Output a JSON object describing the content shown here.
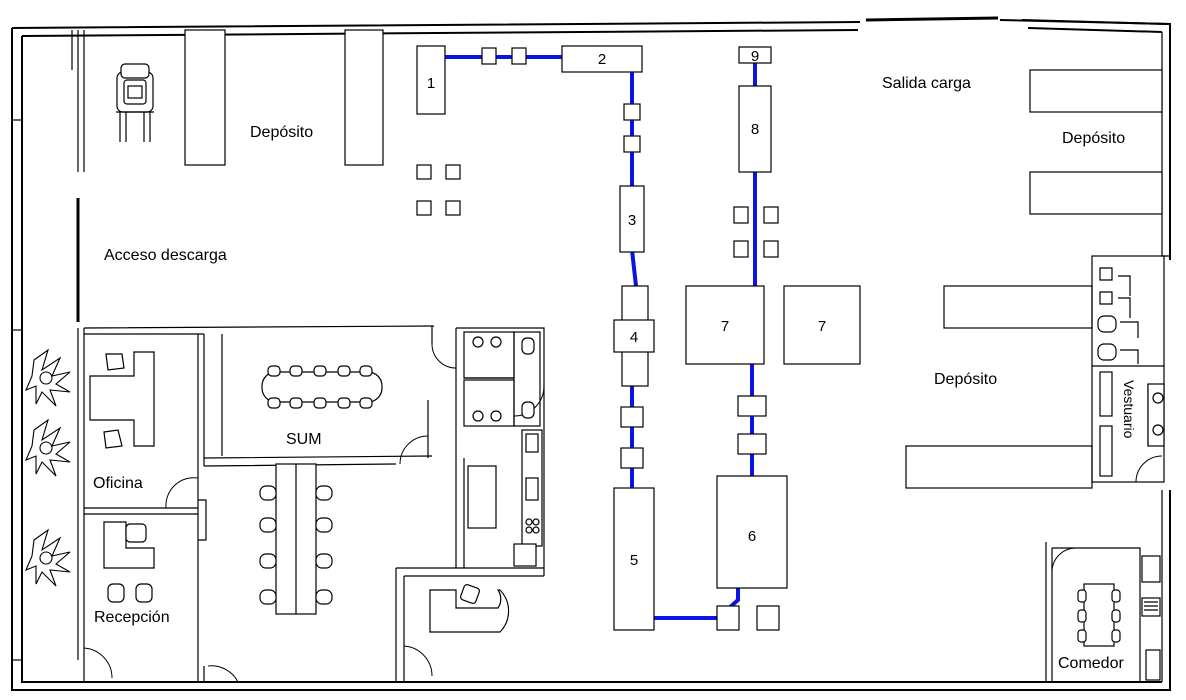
{
  "rooms": {
    "deposito_left": "Depósito",
    "deposito_right_top": "Depósito",
    "deposito_right_mid": "Depósito",
    "salida_carga": "Salida carga",
    "acceso_descarga": "Acceso descarga",
    "sum": "SUM",
    "oficina": "Oficina",
    "recepcion": "Recepción",
    "vestuario": "Vestuario",
    "comedor": "Comedor"
  },
  "machines": {
    "m1": "1",
    "m2": "2",
    "m3": "3",
    "m4": "4",
    "m5": "5",
    "m6": "6",
    "m7a": "7",
    "m7b": "7",
    "m8": "8",
    "m9": "9"
  },
  "colors": {
    "conveyor": "#0a14e6",
    "walls": "#000000"
  }
}
